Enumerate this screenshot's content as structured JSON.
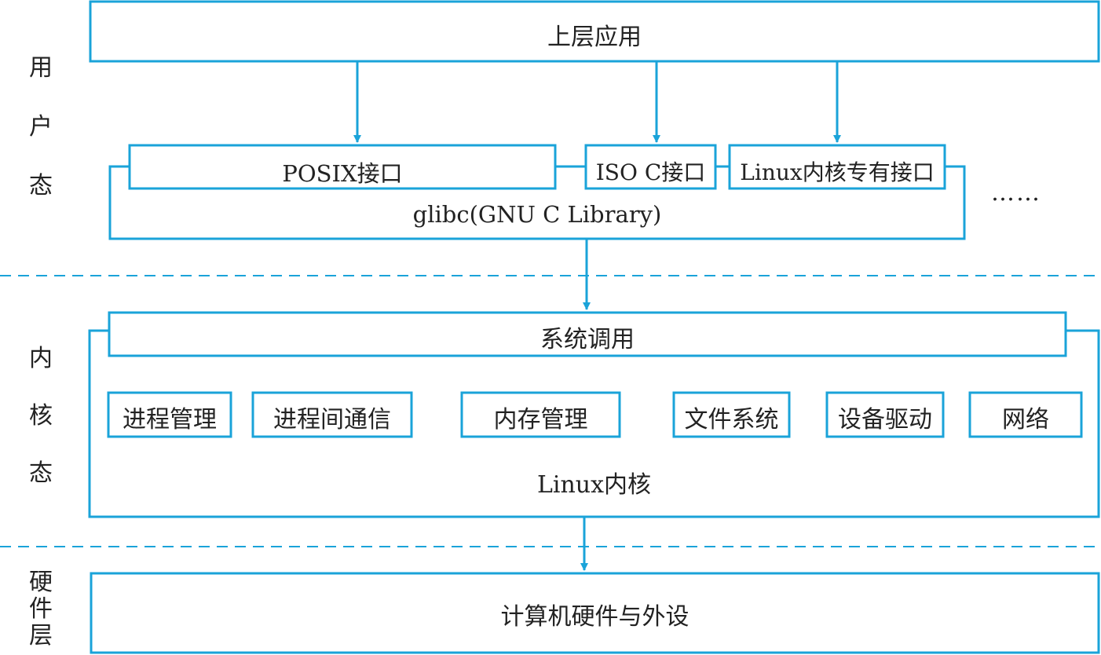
{
  "colors": {
    "line": "#1aa3d9",
    "text": "#222222",
    "background": "#ffffff"
  },
  "layers": {
    "user": [
      "用",
      "户",
      "态"
    ],
    "kernel": [
      "内",
      "核",
      "态"
    ],
    "hardware": [
      "硬",
      "件",
      "层"
    ]
  },
  "user_space": {
    "top_app": "上层应用",
    "posix": "POSIX接口",
    "iso_c": "ISO C接口",
    "linux_specific": "Linux内核专有接口",
    "glibc": "glibc(GNU C Library)",
    "ellipsis": "……"
  },
  "kernel_space": {
    "syscall": "系统调用",
    "modules": [
      "进程管理",
      "进程间通信",
      "内存管理",
      "文件系统",
      "设备驱动",
      "网络"
    ],
    "kernel_label": "Linux内核"
  },
  "hardware": {
    "label": "计算机硬件与外设"
  }
}
